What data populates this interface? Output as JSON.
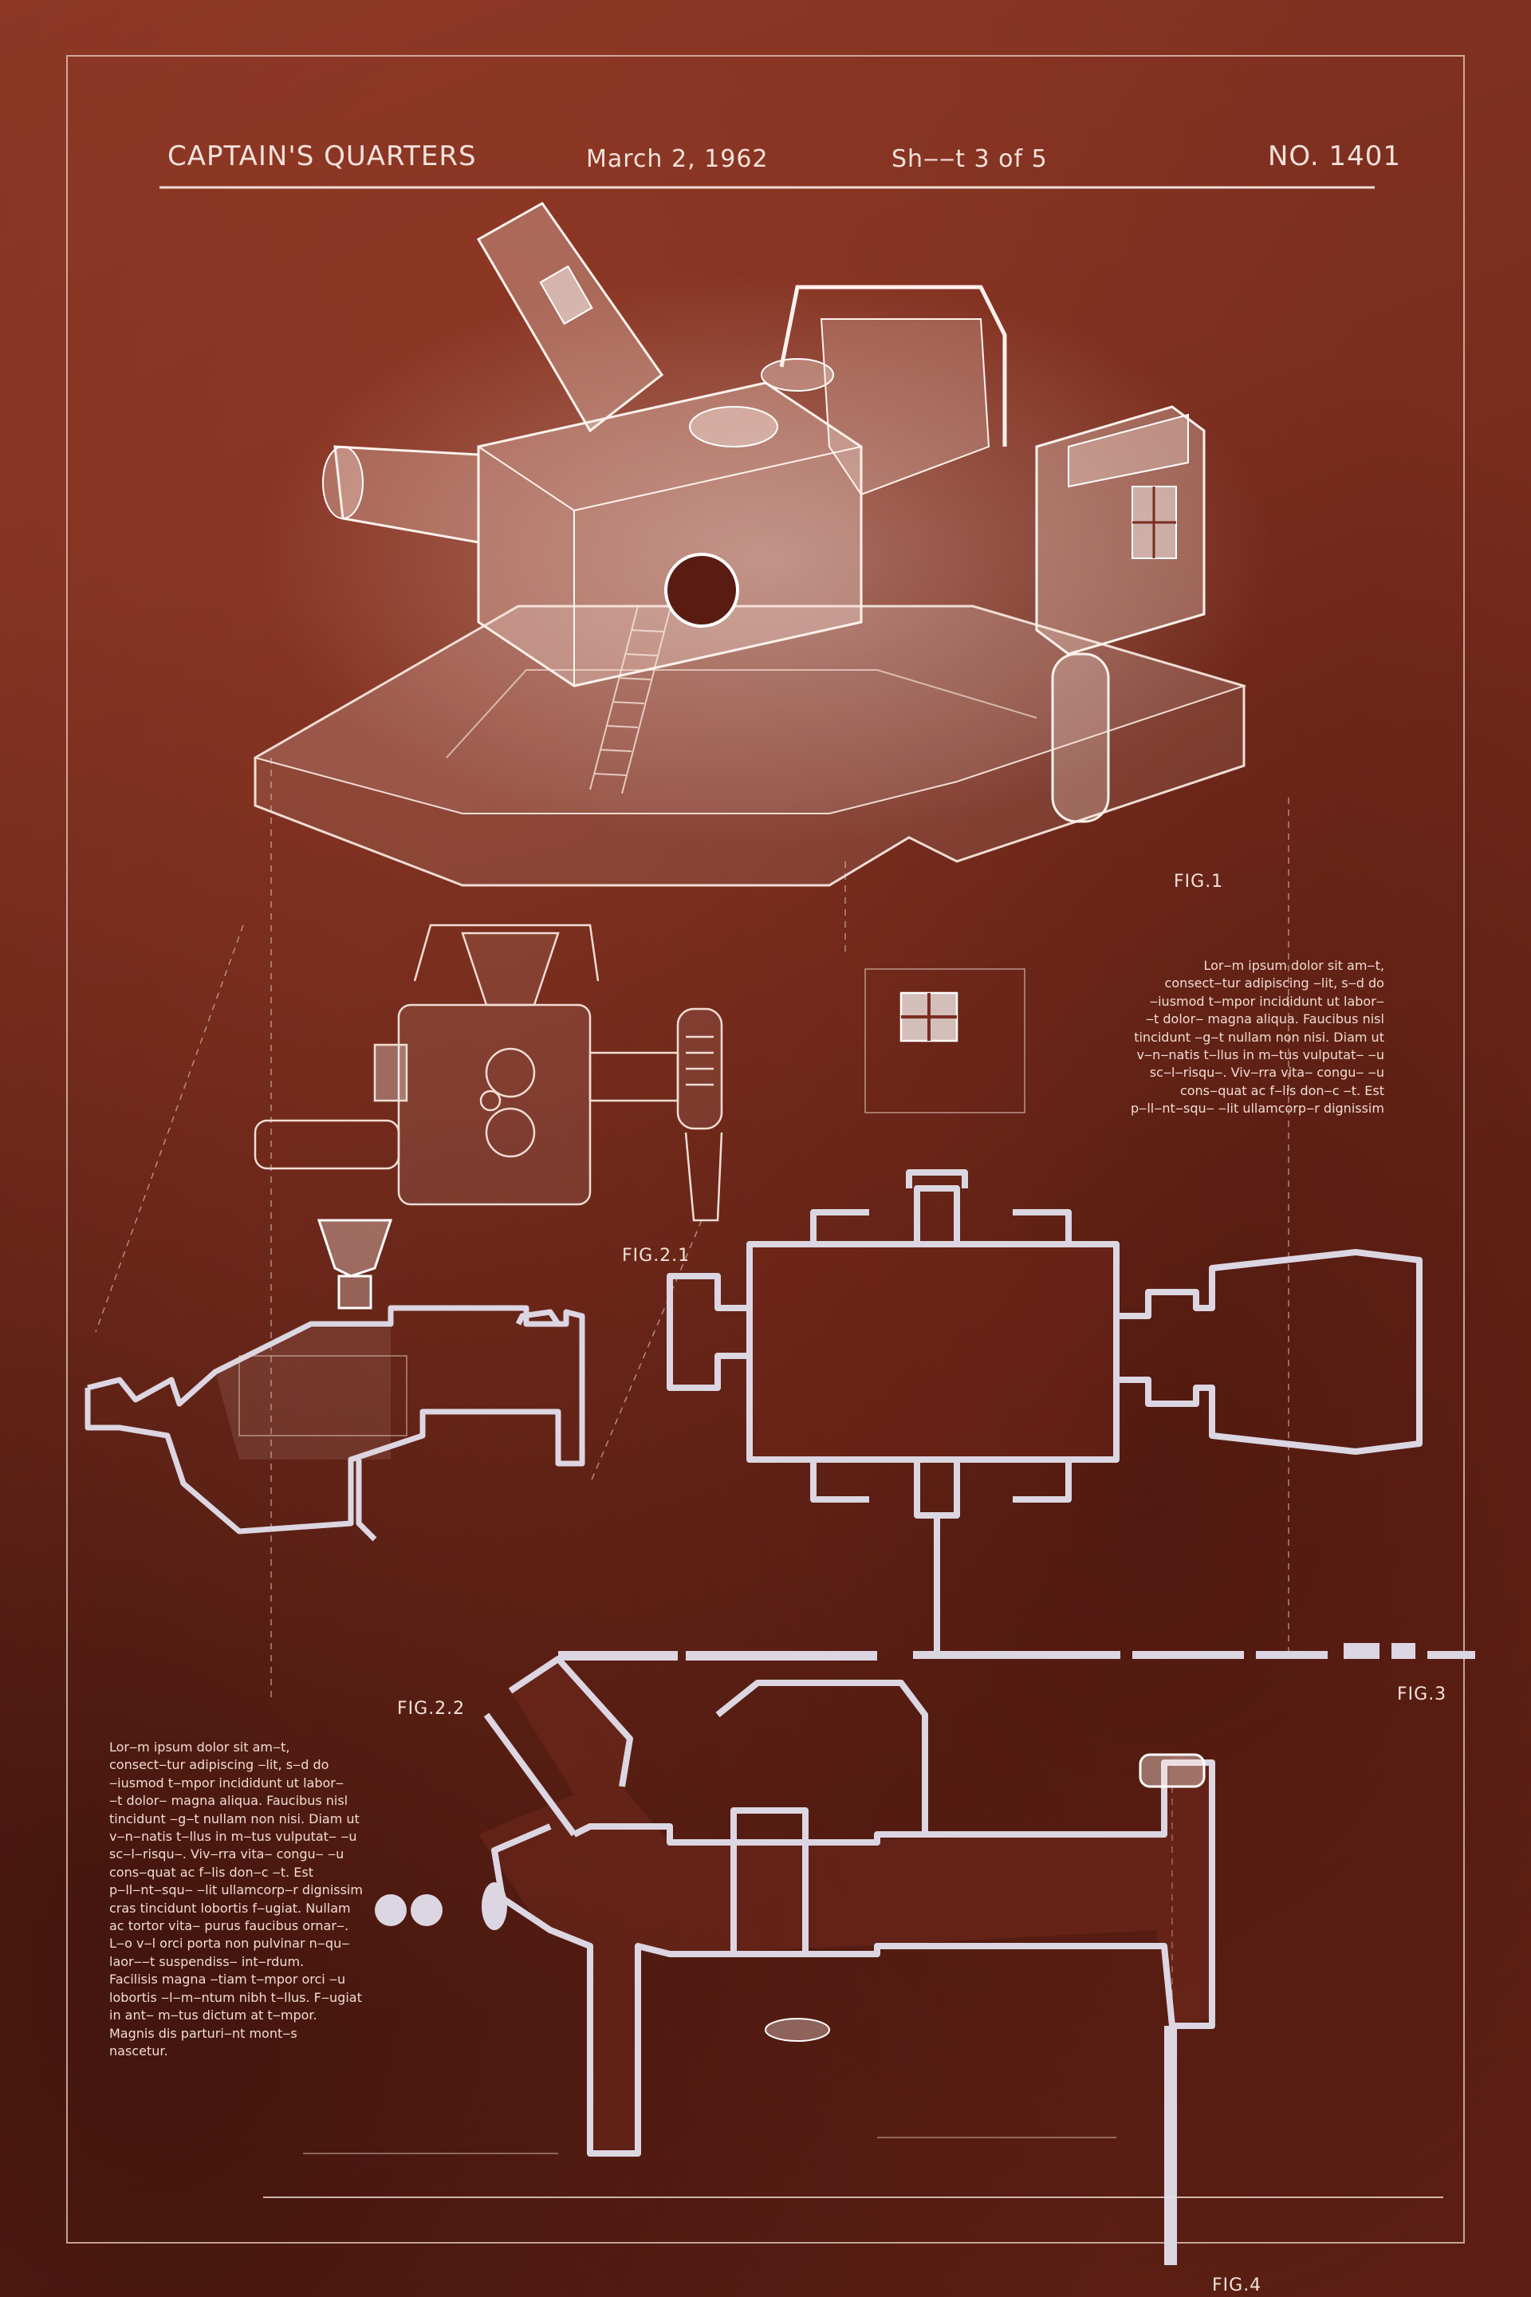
{
  "header": {
    "title": "CAPTAIN'S QUARTERS",
    "date": "March 2, 1962",
    "sheet": "Sh‒‒t 3 of 5",
    "number": "NO. 1401"
  },
  "figures": {
    "fig1": "FIG.1",
    "fig2_1": "FIG.2.1",
    "fig2_2": "FIG.2.2",
    "fig3": "FIG.3",
    "fig4": "FIG.4"
  },
  "notes": {
    "right_block": "Lor‒m ipsum dolor sit am‒t,\nconsect‒tur adipiscing ‒lit, s‒d do\n‒iusmod t‒mpor incididunt ut labor‒\n‒t dolor‒ magna aliqua. Faucibus nisl\ntincidunt ‒g‒t nullam non nisi. Diam ut\nv‒n‒natis t‒llus in m‒tus vulputat‒ ‒u\nsc‒l‒risqu‒. Viv‒rra vita‒ congu‒ ‒u\ncons‒quat ac f‒lis don‒c ‒t. Est\np‒ll‒nt‒squ‒ ‒lit ullamcorp‒r dignissim",
    "left_block": "Lor‒m ipsum dolor sit am‒t,\nconsect‒tur adipiscing ‒lit, s‒d do\n‒iusmod t‒mpor incididunt ut labor‒\n‒t dolor‒ magna aliqua. Faucibus nisl\ntincidunt ‒g‒t nullam non nisi. Diam ut\nv‒n‒natis t‒llus in m‒tus vulputat‒ ‒u\nsc‒l‒risqu‒. Viv‒rra vita‒ congu‒ ‒u\ncons‒quat ac f‒lis don‒c ‒t. Est\np‒ll‒nt‒squ‒ ‒lit ullamcorp‒r dignissim\ncras tincidunt lobortis f‒ugiat. Nullam\nac tortor vita‒ purus faucibus ornar‒.\nL‒o v‒l orci porta non pulvinar n‒qu‒\nlaor‒‒t suspendiss‒ int‒rdum.\nFacilisis magna ‒tiam t‒mpor orci ‒u\nlobortis ‒l‒m‒ntum nibh t‒llus. F‒ugiat\nin ant‒ m‒tus dictum at t‒mpor.\nMagnis dis parturi‒nt mont‒s\nnascetur."
  },
  "colors": {
    "paper": "#7a2c1f",
    "ink": "#f1ddd4",
    "section_fill": "#dcd6e2"
  }
}
